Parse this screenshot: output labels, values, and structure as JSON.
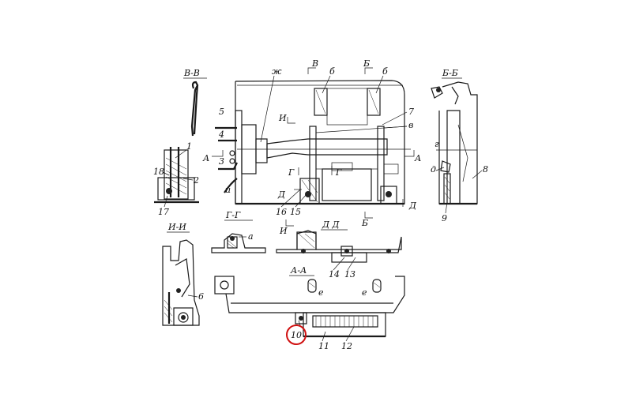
{
  "sections": {
    "vv": "В-В",
    "bb": "Б-Б",
    "ii": "И-И",
    "gg": "Г-Г",
    "dd": "Д Д",
    "aa": "А-А"
  },
  "cut_marks": {
    "A_left": "А",
    "A_right": "А",
    "V": "В",
    "B_top": "Б",
    "B_bottom": "Б",
    "I_top": "И",
    "I_bottom": "И",
    "G_left": "Г",
    "G_right": "Г",
    "D_left": "Д",
    "D_right": "Д"
  },
  "letter_labels": {
    "zh": "ж",
    "b1": "б",
    "b2": "б",
    "v": "в",
    "i": "и",
    "g": "г",
    "d": "д",
    "a": "а",
    "e1": "е",
    "e2": "е"
  },
  "numbers": {
    "n1": "1",
    "n2": "2",
    "n3": "3",
    "n4": "4",
    "n5": "5",
    "n6": "6",
    "n7": "7",
    "n8": "8",
    "n9": "9",
    "n10": "10",
    "n11": "11",
    "n12": "12",
    "n13": "13",
    "n14": "14",
    "n15": "15",
    "n16": "16",
    "n17": "17",
    "n18": "18"
  },
  "highlight_color": "#d01010"
}
